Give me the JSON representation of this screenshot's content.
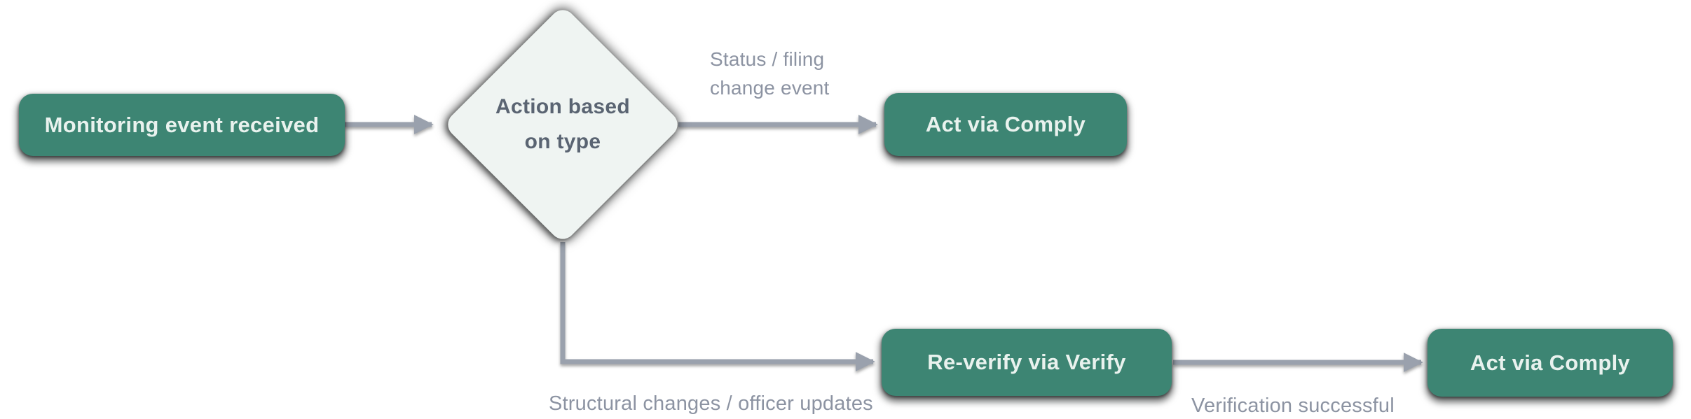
{
  "diagram": {
    "type": "flowchart",
    "colors": {
      "background": "#ffffff",
      "node_green": "#3d8573",
      "node_text": "#e9f2ee",
      "diamond_fill": "#eff4f2",
      "diamond_text": "#5a6472",
      "arrow": "#9aa1ad",
      "edge_label": "#8c93a2"
    },
    "nodes": {
      "monitoring": {
        "label": "Monitoring event received",
        "shape": "rounded-rect"
      },
      "decision": {
        "label_line1": "Action based",
        "label_line2": "on type",
        "shape": "diamond"
      },
      "act_top": {
        "label": "Act via Comply",
        "shape": "rounded-rect"
      },
      "reverify": {
        "label": "Re-verify via Verify",
        "shape": "rounded-rect"
      },
      "act_bottom": {
        "label": "Act via Comply",
        "shape": "rounded-rect"
      }
    },
    "edge_labels": {
      "status_line1": "Status / filing",
      "status_line2": "change event",
      "structural": "Structural changes / officer updates",
      "verification": "Verification successful"
    },
    "edges": [
      {
        "from": "monitoring",
        "to": "decision"
      },
      {
        "from": "decision",
        "to": "act_top",
        "label": "Status / filing change event"
      },
      {
        "from": "decision",
        "to": "reverify",
        "label": "Structural changes / officer updates"
      },
      {
        "from": "reverify",
        "to": "act_bottom",
        "label": "Verification successful"
      }
    ]
  }
}
